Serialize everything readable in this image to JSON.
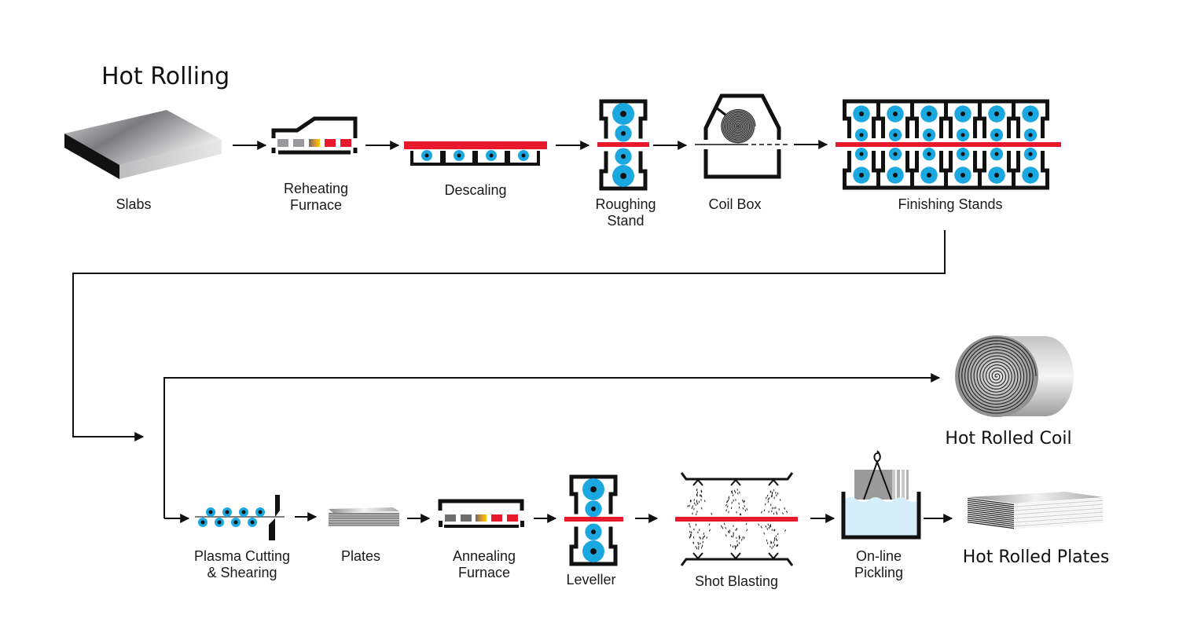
{
  "title": "Hot Rolling",
  "colors": {
    "roller": "#1ba8e0",
    "strip": "#e8192c",
    "frame": "#111111",
    "pickling_bath": "#d6eefa",
    "slab_gray": "#9a9a9e"
  },
  "row1": [
    {
      "id": "slabs",
      "label_lines": [
        "Slabs"
      ]
    },
    {
      "id": "reheating-furnace",
      "label_lines": [
        "Reheating",
        "Furnace"
      ]
    },
    {
      "id": "descaling",
      "label_lines": [
        "Descaling"
      ]
    },
    {
      "id": "roughing-stand",
      "label_lines": [
        "Roughing",
        "Stand"
      ]
    },
    {
      "id": "coil-box",
      "label_lines": [
        "Coil Box"
      ]
    },
    {
      "id": "finishing-stands",
      "label_lines": [
        "Finishing Stands"
      ]
    }
  ],
  "row2": [
    {
      "id": "plasma-cutting",
      "label_lines": [
        "Plasma Cutting",
        "& Shearing"
      ]
    },
    {
      "id": "plates",
      "label_lines": [
        "Plates"
      ]
    },
    {
      "id": "annealing-furnace",
      "label_lines": [
        "Annealing",
        "Furnace"
      ]
    },
    {
      "id": "leveller",
      "label_lines": [
        "Leveller"
      ]
    },
    {
      "id": "shot-blasting",
      "label_lines": [
        "Shot Blasting"
      ]
    },
    {
      "id": "online-pickling",
      "label_lines": [
        "On-line",
        "Pickling"
      ]
    }
  ],
  "outputs": {
    "coil": "Hot Rolled Coil",
    "plates": "Hot Rolled Plates"
  },
  "finishing_stand_count": 6,
  "descaling_roller_count": 4
}
